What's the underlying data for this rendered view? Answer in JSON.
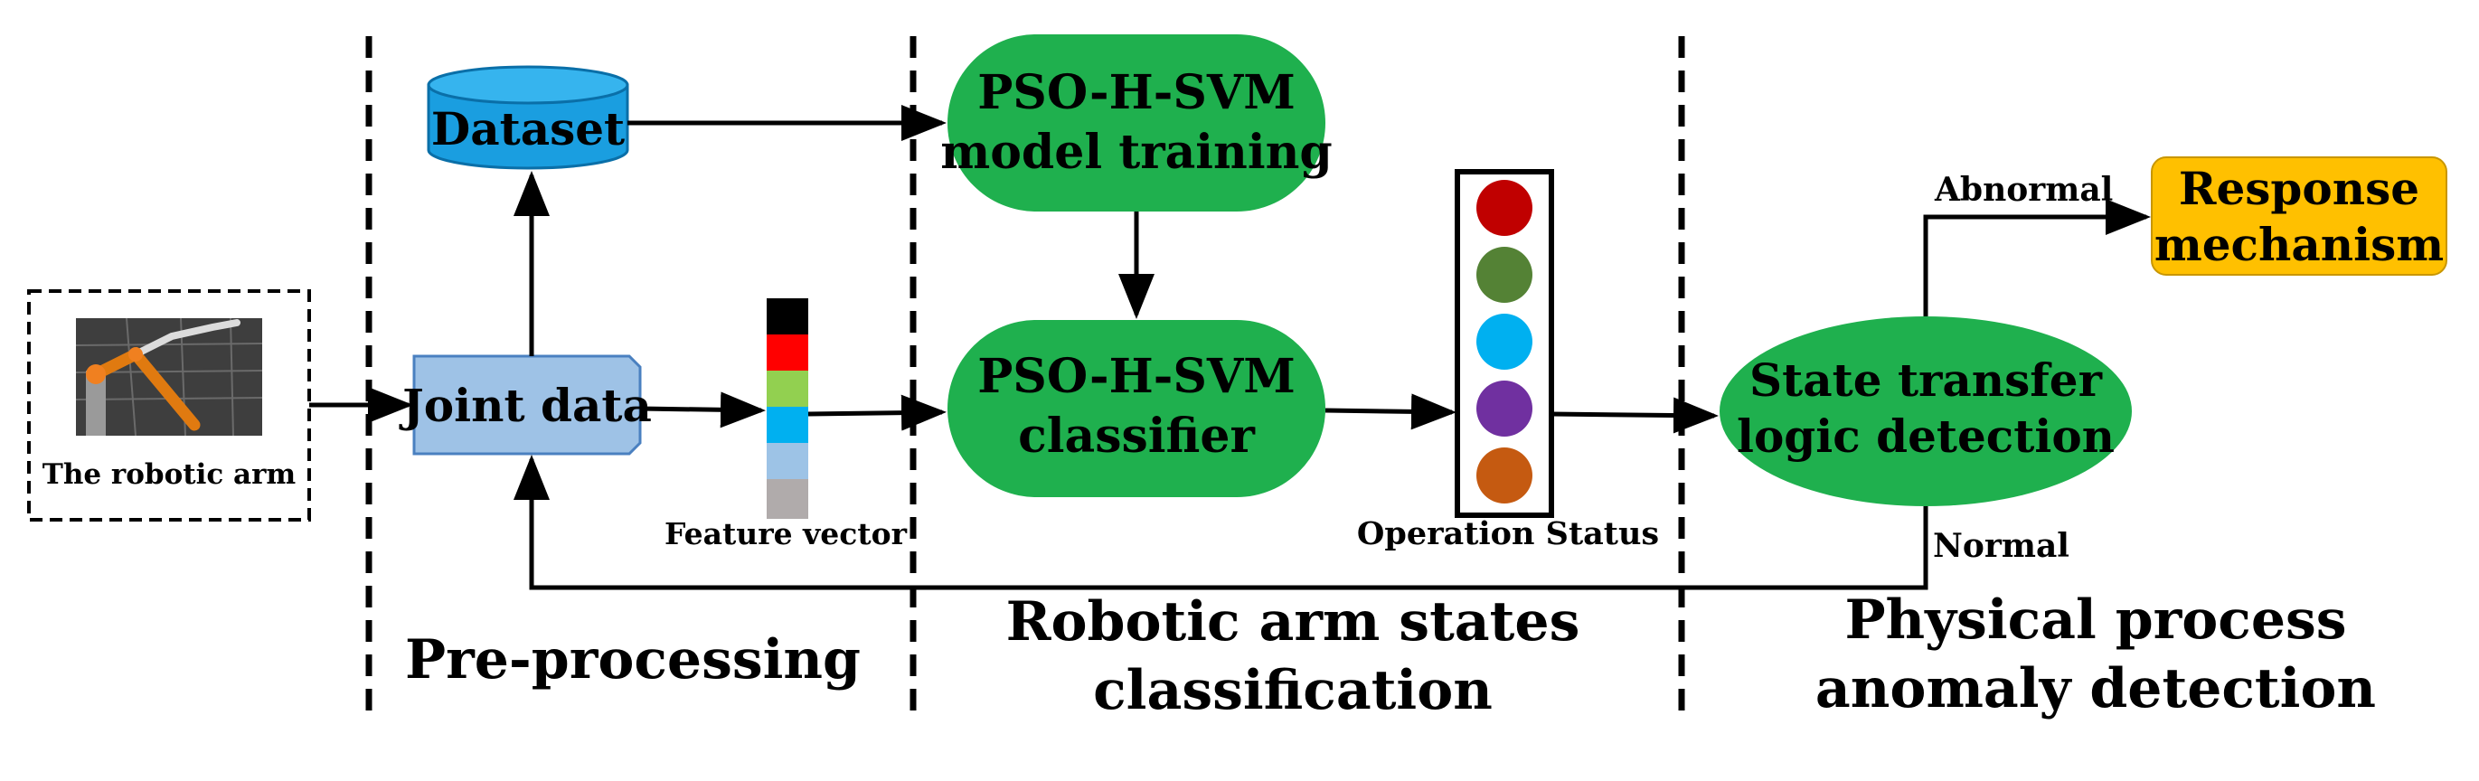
{
  "nodes": {
    "robotic_arm": "The robotic arm",
    "dataset": "Dataset",
    "joint_data": "Joint data",
    "feature_vector": "Feature vector",
    "training_line1": "PSO-H-SVM",
    "training_line2": "model training",
    "classifier_line1": "PSO-H-SVM",
    "classifier_line2": "classifier",
    "operation_status": "Operation Status",
    "state_line1": "State transfer",
    "state_line2": "logic detection",
    "response_line1": "Response",
    "response_line2": "mechanism"
  },
  "edges": {
    "abnormal": "Abnormal",
    "normal": "Normal"
  },
  "sections": {
    "preprocessing": "Pre-processing",
    "classification_line1": "Robotic arm states",
    "classification_line2": "classification",
    "anomaly_line1": "Physical process",
    "anomaly_line2": "anomaly detection"
  },
  "colors": {
    "green": "#1fb04e",
    "dataset_blue": "#1a9ee0",
    "joint_blue": "#9ec2e6",
    "response_yellow": "#ffc000",
    "feature_stack": [
      "#000000",
      "#ff0000",
      "#92d050",
      "#00b0f0",
      "#9dc3e6",
      "#b0abab"
    ],
    "status_lights": [
      "#c00000",
      "#548235",
      "#00b0f0",
      "#7030a0",
      "#c55a11"
    ]
  }
}
